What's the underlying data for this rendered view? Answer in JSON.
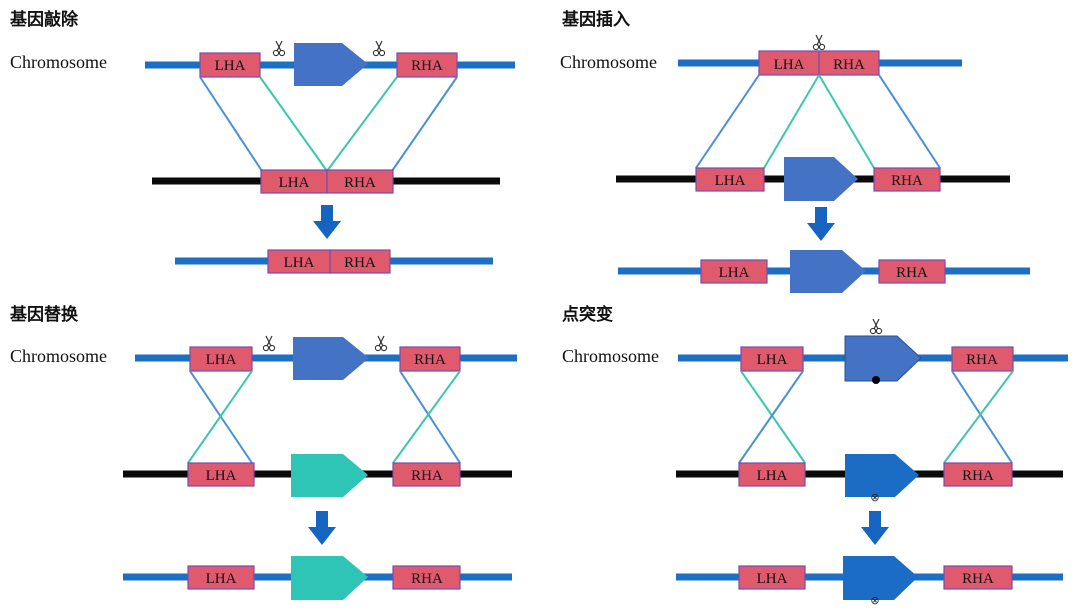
{
  "colors": {
    "chromosome_line": "#1c6fc2",
    "donor_line": "#0a0a0a",
    "homology_arm_fill": "#e05a6e",
    "homology_arm_stroke": "#7a4ab0",
    "gene_blue": "#4472c4",
    "gene_teal": "#2ec4b6",
    "gene_point_mutant": "#1a6cc4",
    "cross_line_a": "#4a90d9",
    "cross_line_b": "#3cc8a8",
    "arrow": "#1565c0"
  },
  "panels": {
    "knockout": {
      "title": "基因敲除",
      "chromosome_label": "Chromosome",
      "top_left": "LHA",
      "top_right": "RHA",
      "donor_left": "LHA",
      "donor_right": "RHA",
      "result_left": "LHA",
      "result_right": "RHA",
      "scissors_icon": "scissors-icon"
    },
    "insertion": {
      "title": "基因插入",
      "chromosome_label": "Chromosome",
      "top_left": "LHA",
      "top_right": "RHA",
      "donor_left": "LHA",
      "donor_right": "RHA",
      "result_left": "LHA",
      "result_right": "RHA",
      "scissors_icon": "scissors-icon"
    },
    "replacement": {
      "title": "基因替换",
      "chromosome_label": "Chromosome",
      "top_left": "LHA",
      "top_right": "RHA",
      "donor_left": "LHA",
      "donor_right": "RHA",
      "result_left": "LHA",
      "result_right": "RHA",
      "scissors_icon": "scissors-icon"
    },
    "point_mutation": {
      "title": "点突变",
      "chromosome_label": "Chromosome",
      "top_left": "LHA",
      "top_right": "RHA",
      "donor_left": "LHA",
      "donor_right": "RHA",
      "result_left": "LHA",
      "result_right": "RHA",
      "scissors_icon": "scissors-icon",
      "mutation_mark": "⊗"
    }
  }
}
